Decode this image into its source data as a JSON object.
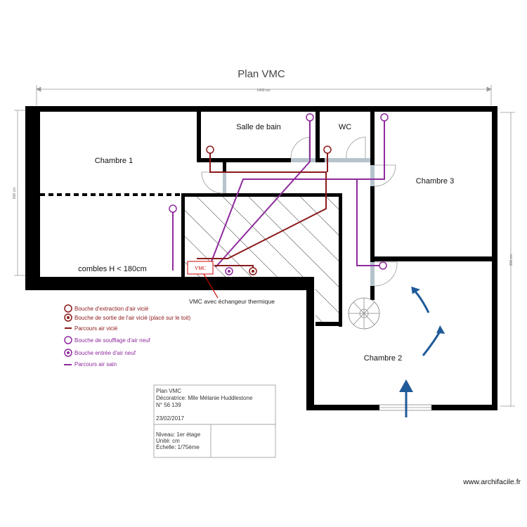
{
  "title": "Plan VMC",
  "dimensions": {
    "width": "1400 cm",
    "left_height": "500 cm",
    "right_height": "900 cm"
  },
  "rooms": {
    "chambre1": "Chambre 1",
    "salle_de_bain": "Salle de bain",
    "wc": "WC",
    "chambre3": "Chambre 3",
    "chambre2": "Chambre 2",
    "combles": "combles H < 180cm"
  },
  "vmc": {
    "box_label": "VMC",
    "caption": "VMC avec échangeur thermique"
  },
  "legend": [
    {
      "text": "Bouche d'extraction d'air vicié",
      "color": "#8b1a1a"
    },
    {
      "text": "Bouche de sortie de l'air vicié (placé sur le toit)",
      "color": "#8b1a1a"
    },
    {
      "text": "Parcours air vicié",
      "color": "#8b1a1a"
    },
    {
      "text": "Bouche de soufflage d'air neuf",
      "color": "#8e2a9c"
    },
    {
      "text": "Bouche entrée d'air neuf",
      "color": "#8e2a9c"
    },
    {
      "text": "Parcours air sain",
      "color": "#8e2a9c"
    }
  ],
  "titleblock": {
    "line1": "Plan VMC",
    "line2": "Décoratrice: Mlle Mélanie Huddlestone",
    "line3": "N° 56 139",
    "date": "23/02/2017",
    "niveau": "Niveau: 1er étage",
    "unite": "Unité: cm",
    "echelle": "Échelle: 1/75ème"
  },
  "watermark": "www.archifacile.fr",
  "colors": {
    "wall": "#000000",
    "stale_air": "#8b1a1a",
    "fresh_air": "#8e2a9c",
    "arrow": "#1f5a99",
    "door": "#a9b8c2"
  }
}
